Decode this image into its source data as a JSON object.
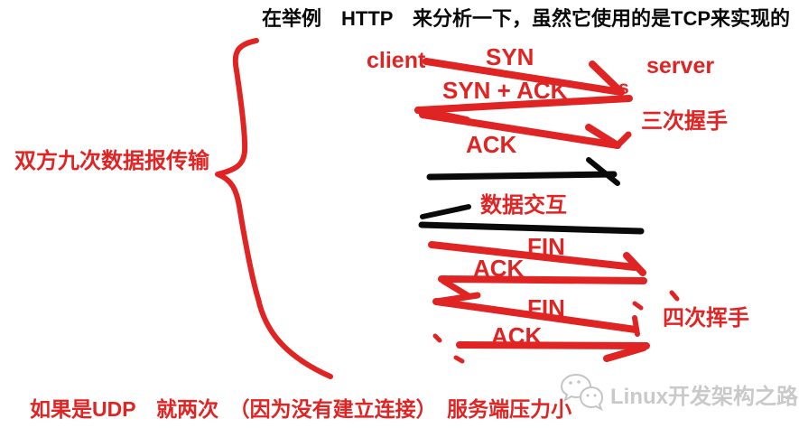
{
  "title": "在举例　HTTP　来分析一下，虽然它使用的是TCP来实现的",
  "flow": {
    "client_label": "client",
    "server_label": "server",
    "stray_letter": "s",
    "handshake": {
      "syn": "SYN",
      "syn_ack": "SYN + ACK",
      "ack": "ACK",
      "caption": "三次握手"
    },
    "data_exchange": {
      "caption": "数据交互"
    },
    "teardown": {
      "fin1": "FIN",
      "ack1": "ACK",
      "fin2": "FIN",
      "ack2": "ACK",
      "caption": "四次挥手"
    }
  },
  "notes": {
    "left_brace_note": "双方九次数据报传输",
    "bottom_note": "如果是UDP　就两次　（因为没有建立连接）　服务端压力小"
  },
  "watermark": {
    "text": "Linux开发架构之路",
    "logo": "wechat-chat-bubbles"
  },
  "colors": {
    "ink_red": "#e02424",
    "ink_black": "#0a0a0a",
    "watermark_gray": "#c9c9c9"
  }
}
